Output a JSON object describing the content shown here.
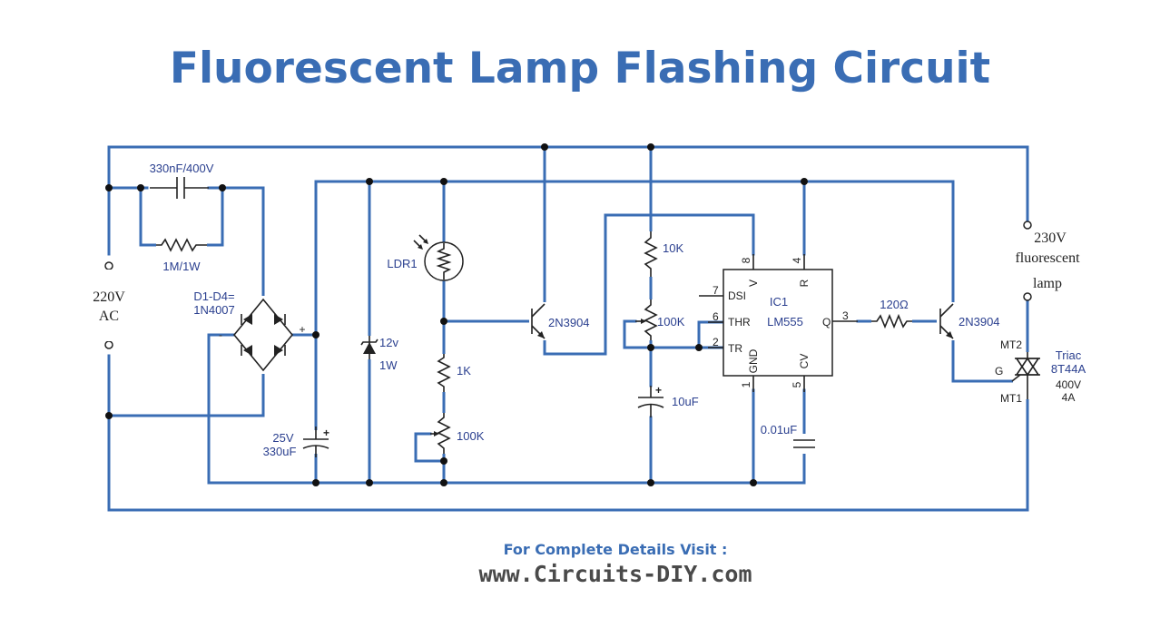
{
  "title": "Fluorescent Lamp Flashing Circuit",
  "footer": {
    "visit_label": "For Complete Details Visit :",
    "website": "www.Circuits-DIY.com"
  },
  "labels": {
    "cap_input": "330nF/400V",
    "res_input": "1M/1W",
    "ac_in_line1": "220V",
    "ac_in_line2": "AC",
    "bridge_line1": "D1-D4=",
    "bridge_line2": "1N4007",
    "bridge_plus": "+",
    "bridge_minus": "-",
    "filter_cap_line1": "25V",
    "filter_cap_line2": "330uF",
    "zener_line1": "12v",
    "zener_line2": "1W",
    "ldr": "LDR1",
    "res_1k": "1K",
    "pot_100k_left": "100K",
    "transistor_1": "2N3904",
    "res_10k": "10K",
    "pot_100k_mid": "100K",
    "cap_10uf": "10uF",
    "ic_name": "IC1",
    "ic_part": "LM555",
    "ic_pin_dsi": "DSI",
    "ic_pin_thr": "THR",
    "ic_pin_tr": "TR",
    "ic_pin_v": "V",
    "ic_pin_r": "R",
    "ic_pin_q": "Q",
    "ic_pin_gnd": "GND",
    "ic_pin_cv": "CV",
    "pin_num_1": "1",
    "pin_num_2": "2",
    "pin_num_3": "3",
    "pin_num_4": "4",
    "pin_num_5": "5",
    "pin_num_6": "6",
    "pin_num_7": "7",
    "pin_num_8": "8",
    "cap_cv": "0.01uF",
    "res_120": "120Ω",
    "transistor_2": "2N3904",
    "lamp_line1": "230V",
    "lamp_line2": "fluorescent",
    "lamp_line3": "lamp",
    "triac_mt2": "MT2",
    "triac_mt1": "MT1",
    "triac_g": "G",
    "triac_line1": "Triac",
    "triac_line2": "8T44A",
    "triac_line3": "400V",
    "triac_line4": "4A"
  }
}
